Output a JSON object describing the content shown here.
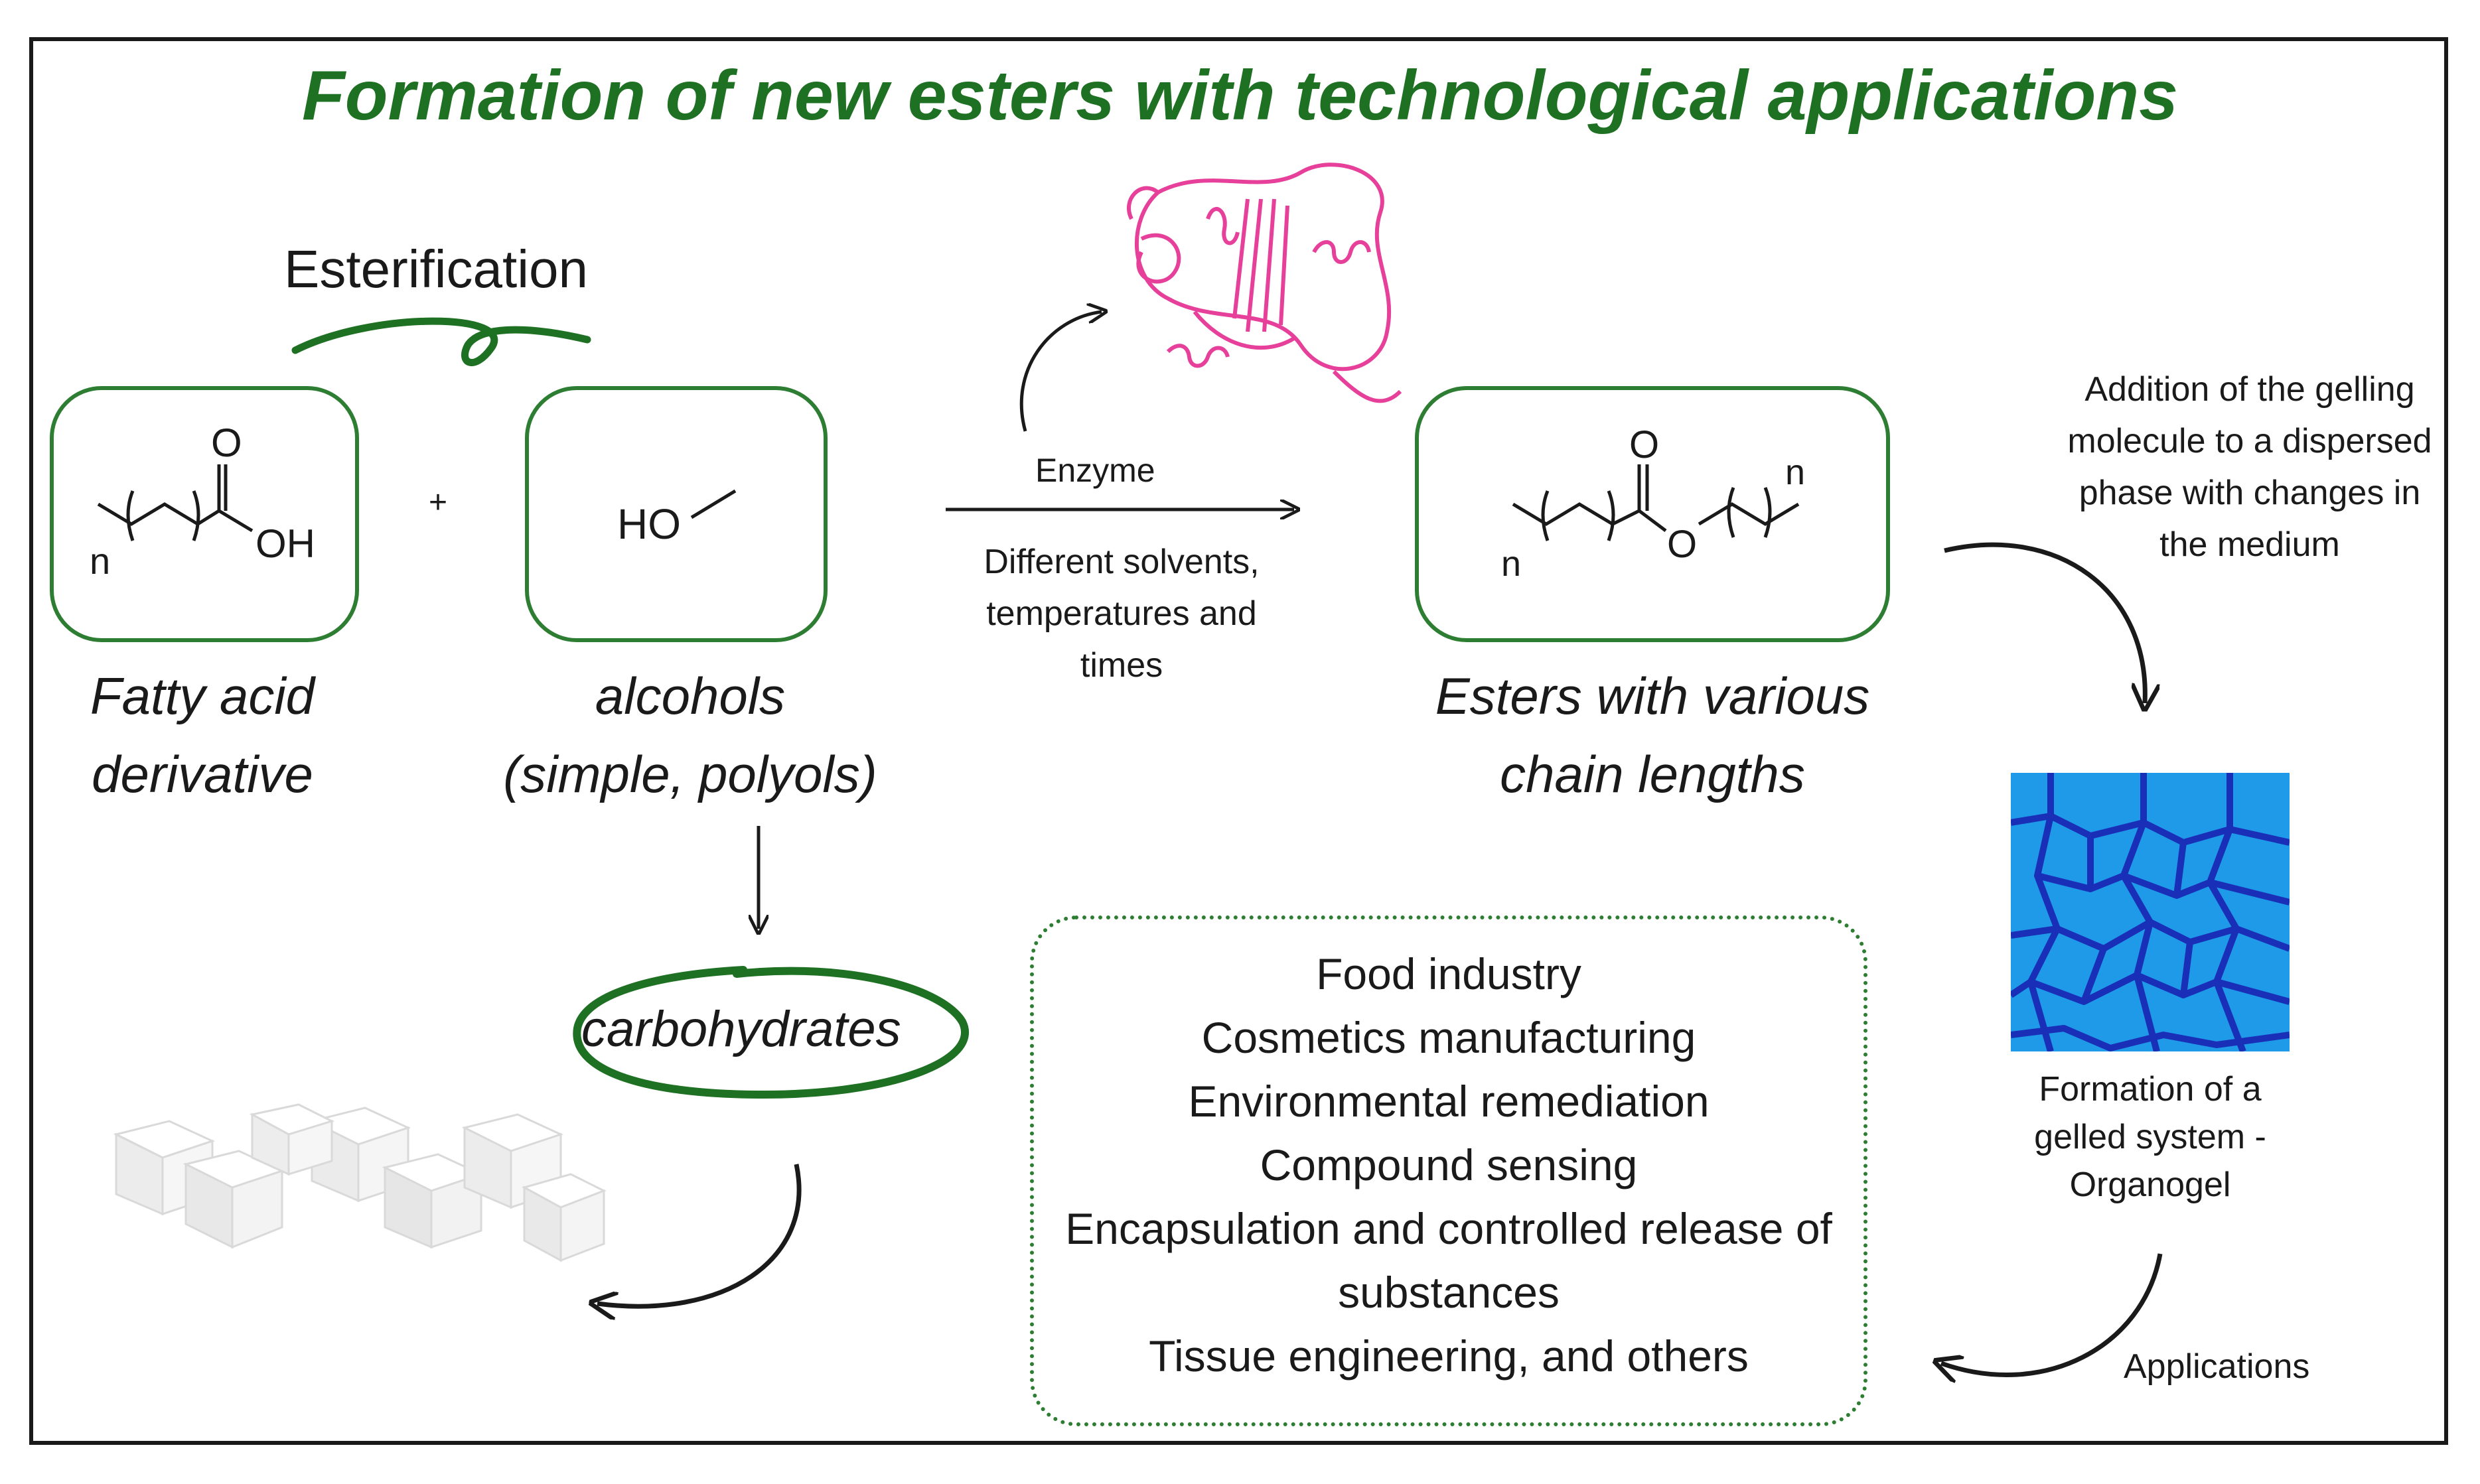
{
  "title": "Formation of new esters with technological applications",
  "reaction_label": "Esterification",
  "plus_sign": "+",
  "reactants": {
    "fatty_acid": {
      "label_line1": "Fatty acid",
      "label_line2": "derivative",
      "structure_labels": {
        "oxygen": "O",
        "hydroxyl": "OH",
        "repeat": "n"
      }
    },
    "alcohol": {
      "label_line1": "alcohols",
      "label_line2": "(simple, polyols)",
      "structure_labels": {
        "hydroxyl": "HO"
      }
    }
  },
  "enzyme": {
    "label": "Enzyme",
    "conditions": "Different solvents, temperatures and times",
    "color": "#e6409a"
  },
  "product": {
    "label_line1": "Esters with various",
    "label_line2": "chain lengths",
    "structure_labels": {
      "carbonyl_o": "O",
      "ester_o": "O",
      "repeat_left": "n",
      "repeat_right": "n"
    }
  },
  "carbohydrates": {
    "label": "carbohydrates"
  },
  "gelling": {
    "addition_text": "Addition of the gelling molecule to a dispersed phase with changes in the medium",
    "result_text": "Formation of a gelled system - Organogel",
    "applications_label": "Applications",
    "gel_colors": {
      "background": "#1f9ae8",
      "network": "#1a2fb8"
    }
  },
  "applications": [
    "Food industry",
    "Cosmetics manufacturing",
    "Environmental remediation",
    "Compound sensing",
    "Encapsulation and controlled release of substances",
    "Tissue engineering, and others"
  ],
  "colors": {
    "title": "#1e7022",
    "box_border": "#2d7d32",
    "text": "#1a1a1a"
  }
}
